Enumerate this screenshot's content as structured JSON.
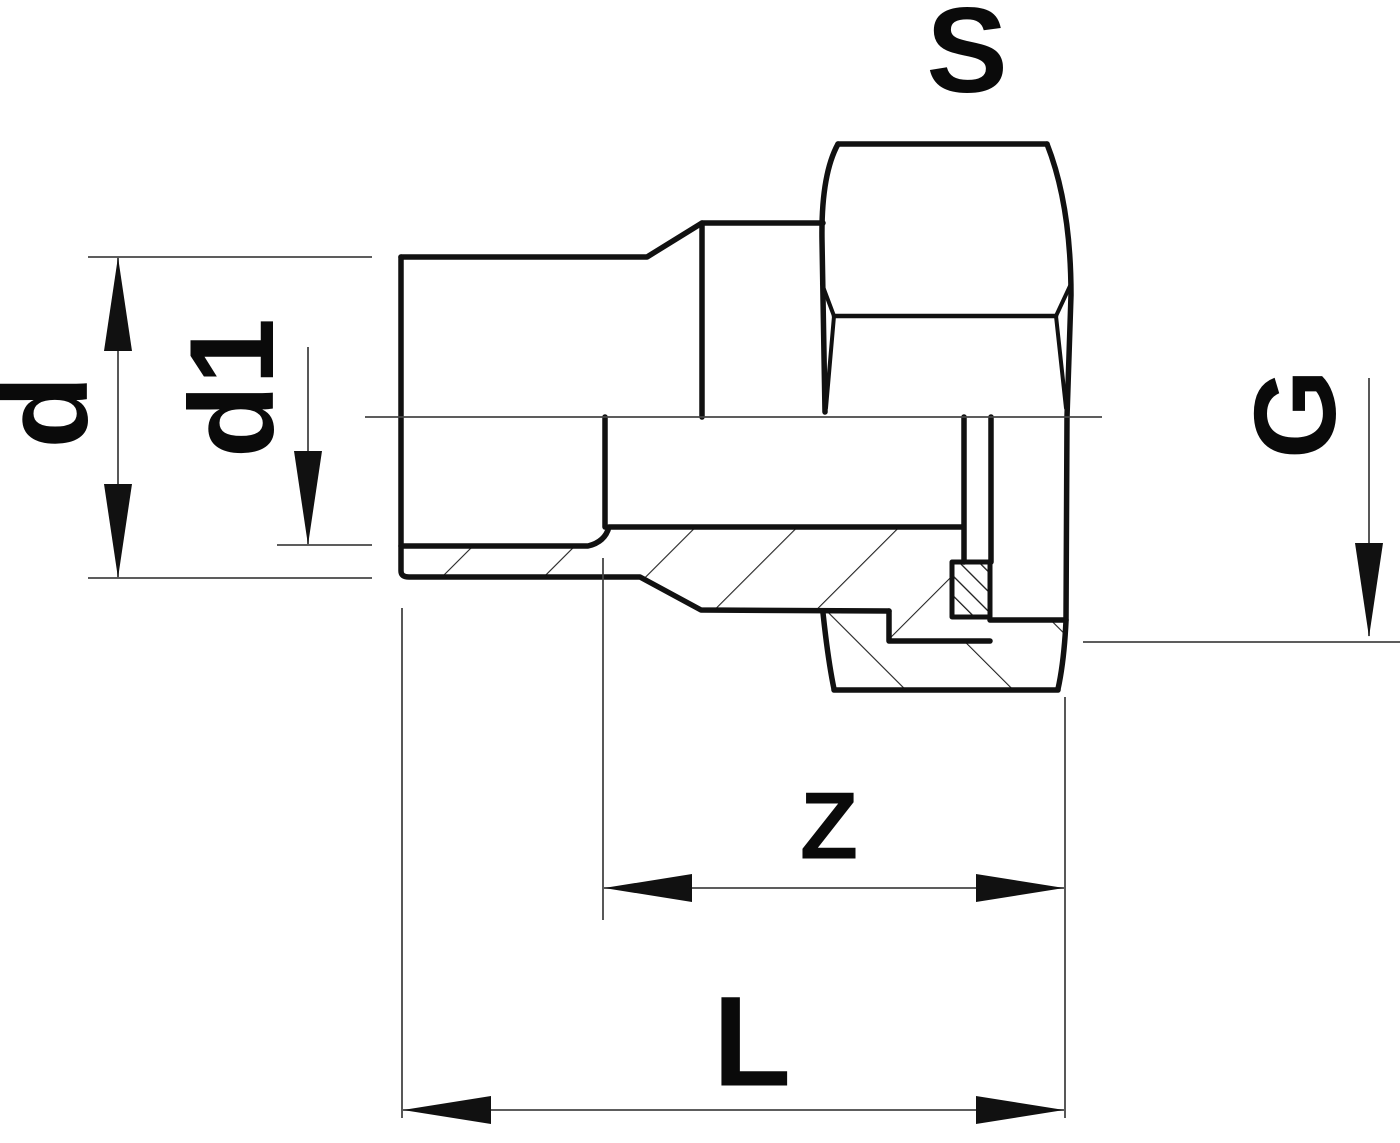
{
  "drawing": {
    "dimension_labels": {
      "s": "S",
      "d": "d",
      "d1": "d1",
      "g": "G",
      "z": "Z",
      "l": "L"
    },
    "colors": {
      "outline": "#111111",
      "thin_line": "#464646",
      "label": "#0a0a0a",
      "background": "#ffffff"
    }
  }
}
